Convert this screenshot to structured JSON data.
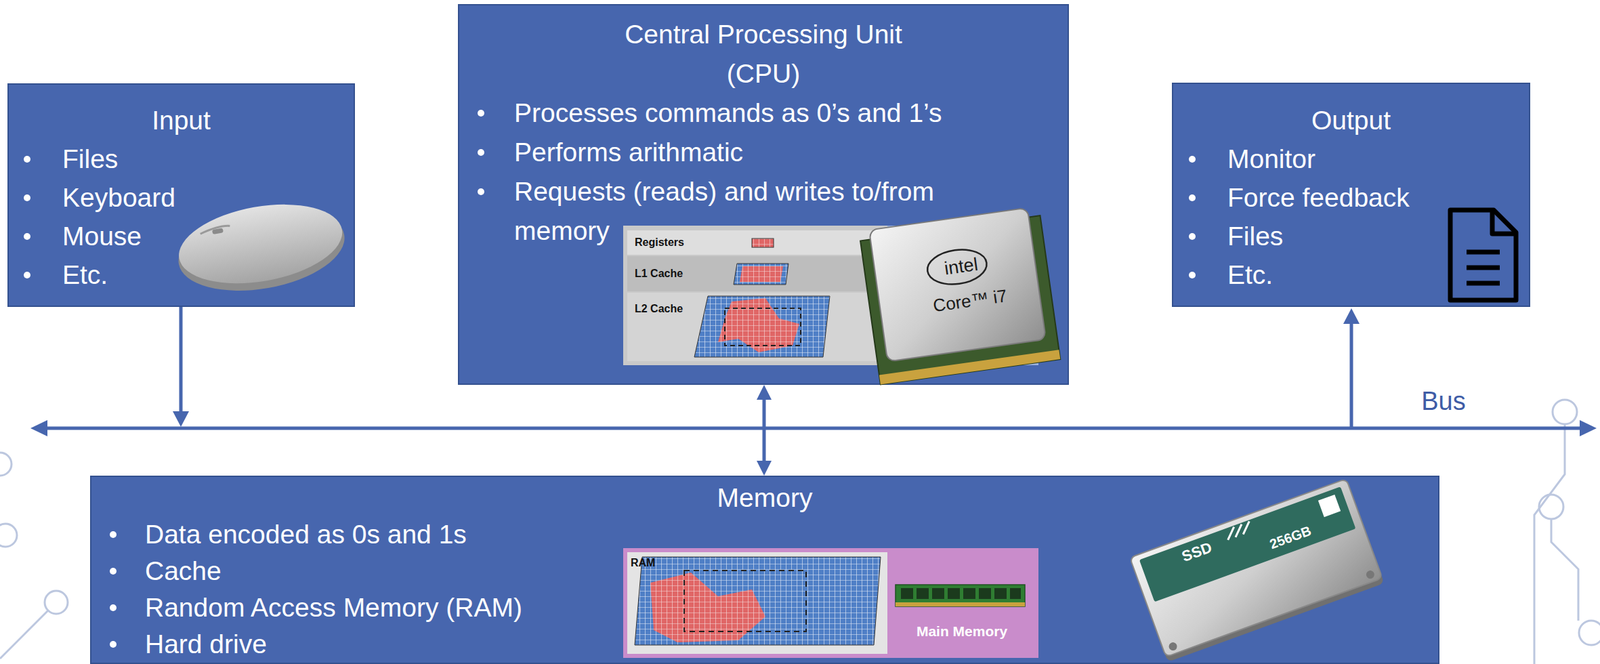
{
  "diagram": {
    "nodes": [
      {
        "text": [
          "Input",
          "Files",
          "Keyboard",
          "Mouse",
          "Etc."
        ]
      },
      {
        "text": [
          "Central Processing Unit (CPU)",
          "Processes commands as 0’s and 1’s",
          "Performs arithmatic",
          "Requests (reads) and writes to/from memory"
        ]
      },
      {
        "text": [
          "Output",
          "Monitor",
          "Force feedback",
          "Files",
          "Etc."
        ]
      },
      {
        "text": [
          "Memory",
          "Data encoded as 0s and 1s",
          "Cache",
          "Random Access Memory (RAM)",
          "Hard drive"
        ]
      }
    ],
    "edges": [
      {
        "from": 1,
        "to": 3,
        "arrow": "both"
      }
    ],
    "labels": [
      "Bus",
      "Registers",
      "L1 Cache",
      "L2 Cache",
      "intel",
      "Core™ i7",
      "RAM",
      "Main Memory",
      "SSD",
      "256GB"
    ]
  }
}
